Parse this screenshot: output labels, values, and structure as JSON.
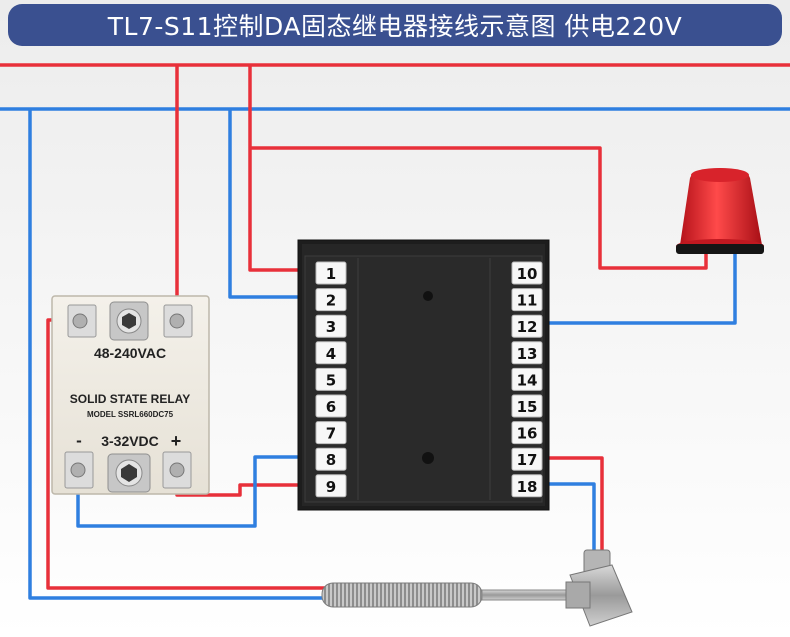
{
  "title": "TL7-S11控制DA固态继电器接线示意图 供电220V",
  "controller": {
    "left_terminals": [
      "1",
      "2",
      "3",
      "4",
      "5",
      "6",
      "7",
      "8",
      "9"
    ],
    "right_terminals": [
      "10",
      "11",
      "12",
      "13",
      "14",
      "15",
      "16",
      "17",
      "18"
    ]
  },
  "ssr": {
    "ac_label": "48-240VAC",
    "name": "SOLID STATE RELAY",
    "model": "MODEL SSRL660DC75",
    "minus": "-",
    "dc_label": "3-32VDC",
    "plus": "+"
  },
  "colors": {
    "title_bg": "#3a5090",
    "live_wire": "#e8303a",
    "neutral_wire": "#2f7fe0",
    "controller_body": "#222222",
    "alarm_lamp": "#e41e26"
  }
}
